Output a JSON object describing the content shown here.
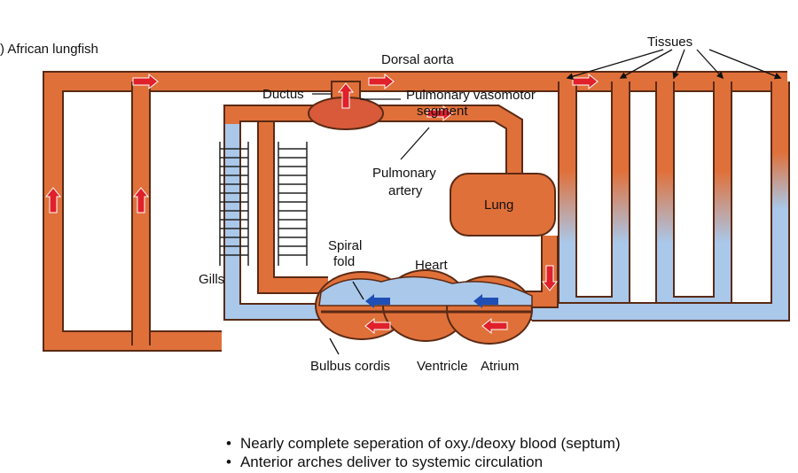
{
  "figure": {
    "caption": ") African lungfish",
    "labels": {
      "dorsal_aorta": "Dorsal aorta",
      "tissues": "Tissues",
      "ductus": "Ductus",
      "pulmonary_vasomotor_1": "Pulmonary vasomotor",
      "pulmonary_vasomotor_2": "segment",
      "pulmonary_artery_1": "Pulmonary",
      "pulmonary_artery_2": "artery",
      "lung": "Lung",
      "spiral_fold_1": "Spiral",
      "spiral_fold_2": "fold",
      "heart": "Heart",
      "gills": "Gills",
      "bulbus_cordis": "Bulbus cordis",
      "ventricle": "Ventricle",
      "atrium": "Atrium"
    },
    "colors": {
      "oxygenated": "#e0703a",
      "deoxygenated": "#a9c8ea",
      "outline": "#5a2a14",
      "arrow_red": "#e0202a",
      "arrow_blue": "#1f4fb5"
    }
  },
  "bullets": [
    "Nearly complete seperation of oxy./deoxy blood (septum)",
    "Anterior arches deliver to systemic circulation"
  ]
}
